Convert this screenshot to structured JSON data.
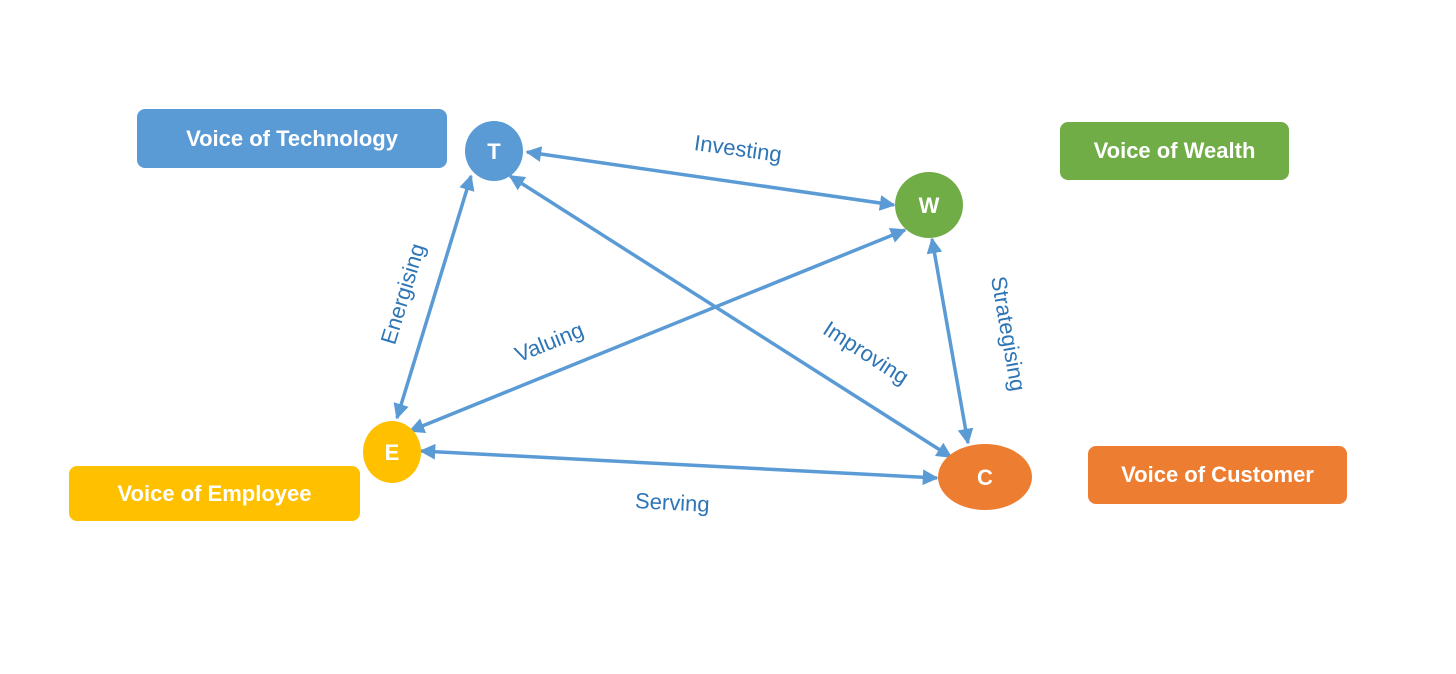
{
  "voices": {
    "technology": {
      "label": "Voice of Technology",
      "color": "#5b9bd5"
    },
    "wealth": {
      "label": "Voice of Wealth",
      "color": "#70ad47"
    },
    "employee": {
      "label": "Voice of Employee",
      "color": "#ffc000"
    },
    "customer": {
      "label": "Voice of Customer",
      "color": "#ed7d31"
    }
  },
  "nodes": {
    "t": {
      "letter": "T",
      "color": "#5b9bd5"
    },
    "w": {
      "letter": "W",
      "color": "#70ad47"
    },
    "e": {
      "letter": "E",
      "color": "#ffc000"
    },
    "c": {
      "letter": "C",
      "color": "#ed7d31"
    }
  },
  "edges": {
    "investing": {
      "label": "Investing",
      "from": "T",
      "to": "W"
    },
    "energising": {
      "label": "Energising",
      "from": "T",
      "to": "E"
    },
    "valuing": {
      "label": "Valuing",
      "from": "W",
      "to": "E"
    },
    "improving": {
      "label": "Improving",
      "from": "T",
      "to": "C"
    },
    "strategising": {
      "label": "Strategising",
      "from": "W",
      "to": "C"
    },
    "serving": {
      "label": "Serving",
      "from": "E",
      "to": "C"
    }
  },
  "edge_color": "#5b9bd5",
  "label_color": "#2e75b6"
}
